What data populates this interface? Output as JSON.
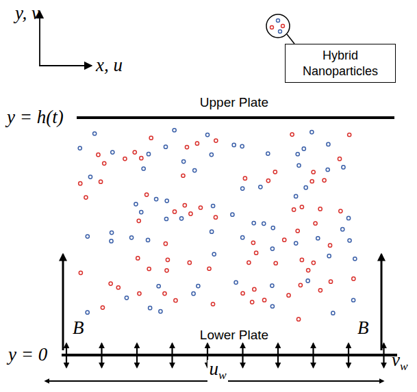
{
  "diagram": {
    "nodes": [
      {
        "text": [
          "Hybrid Nanoparticles"
        ]
      }
    ],
    "labels": [
      "y, v",
      "x, u",
      "y = h(t)",
      "Upper Plate",
      "Lower Plate",
      "B",
      "B",
      "y = 0",
      "vw",
      "uw"
    ]
  }
}
